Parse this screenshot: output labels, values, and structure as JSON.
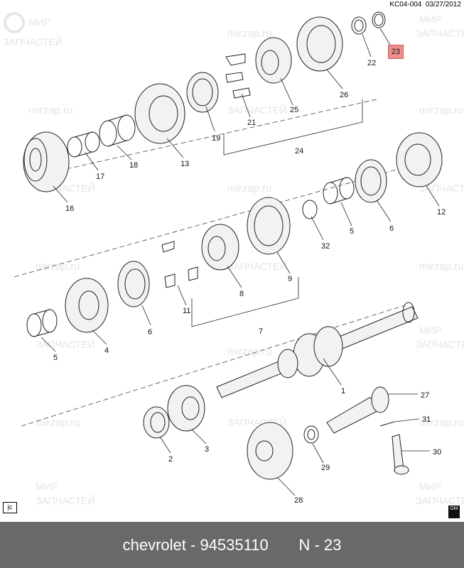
{
  "header": {
    "code": "KC04-004",
    "date": "03/27/2012"
  },
  "highlighted_part": "23",
  "part_labels": [
    "1",
    "2",
    "3",
    "4",
    "5",
    "5",
    "6",
    "6",
    "7",
    "8",
    "9",
    "11",
    "12",
    "13",
    "16",
    "17",
    "18",
    "19",
    "21",
    "22",
    "23",
    "24",
    "25",
    "26",
    "27",
    "28",
    "29",
    "30",
    "31",
    "32"
  ],
  "watermark": {
    "line1": "МИР",
    "line2": "ЗАПЧАСТЕЙ",
    "site": "mirzap.ru"
  },
  "corner_left": "jc",
  "corner_right": "GM",
  "footer": {
    "brand": "chevrolet",
    "part_number": "94535110",
    "n_label": "N - 23"
  }
}
